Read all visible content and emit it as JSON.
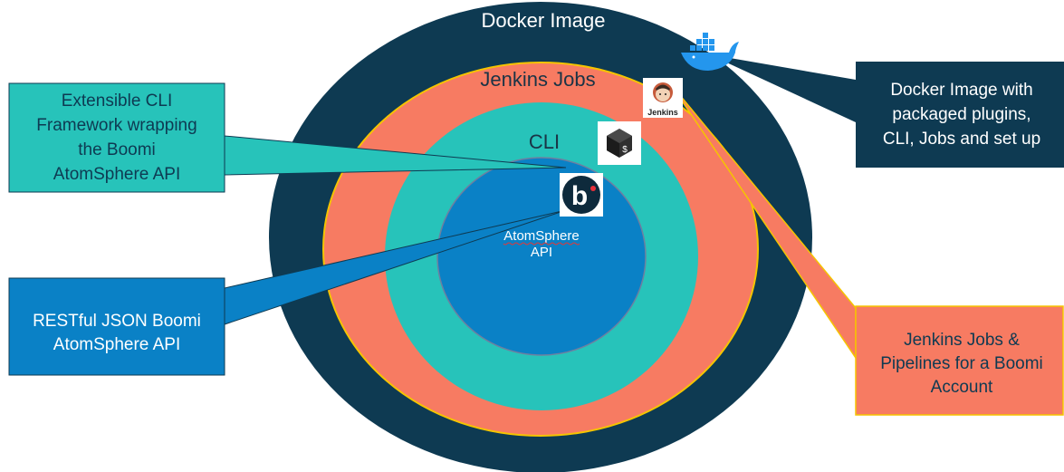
{
  "rings": {
    "docker": {
      "label": "Docker Image",
      "color": "#0e3a52"
    },
    "jenkins": {
      "label": "Jenkins Jobs",
      "color": "#f77b62"
    },
    "cli": {
      "label": "CLI",
      "color": "#27c3ba"
    },
    "api": {
      "label_line1": "AtomSphere",
      "label_line2": "API",
      "color": "#0a81c6"
    }
  },
  "callouts": {
    "cli_framework": {
      "lines": [
        "Extensible CLI",
        "Framework wrapping",
        "the Boomi",
        "AtomSphere API"
      ],
      "color": "#27c3ba",
      "text_color": "#0e3a52"
    },
    "restful_api": {
      "lines": [
        "RESTful JSON Boomi",
        "AtomSphere API"
      ],
      "color": "#0a81c6",
      "text_color": "#ffffff"
    },
    "docker_image": {
      "lines": [
        "Docker Image with",
        "packaged plugins,",
        "CLI, Jobs and set up"
      ],
      "color": "#0e3a52",
      "text_color": "#ffffff"
    },
    "jenkins_jobs": {
      "lines": [
        "Jenkins Jobs &",
        "Pipelines for a Boomi",
        "Account"
      ],
      "color": "#f77b62",
      "text_color": "#0e3a52"
    }
  },
  "icons": {
    "docker": "docker-whale-icon",
    "jenkins": {
      "name": "jenkins-butler-icon",
      "caption": "Jenkins"
    },
    "terminal": {
      "name": "terminal-icon",
      "glyph": "$"
    },
    "boomi": {
      "name": "boomi-logo-icon",
      "glyph": "b"
    }
  }
}
